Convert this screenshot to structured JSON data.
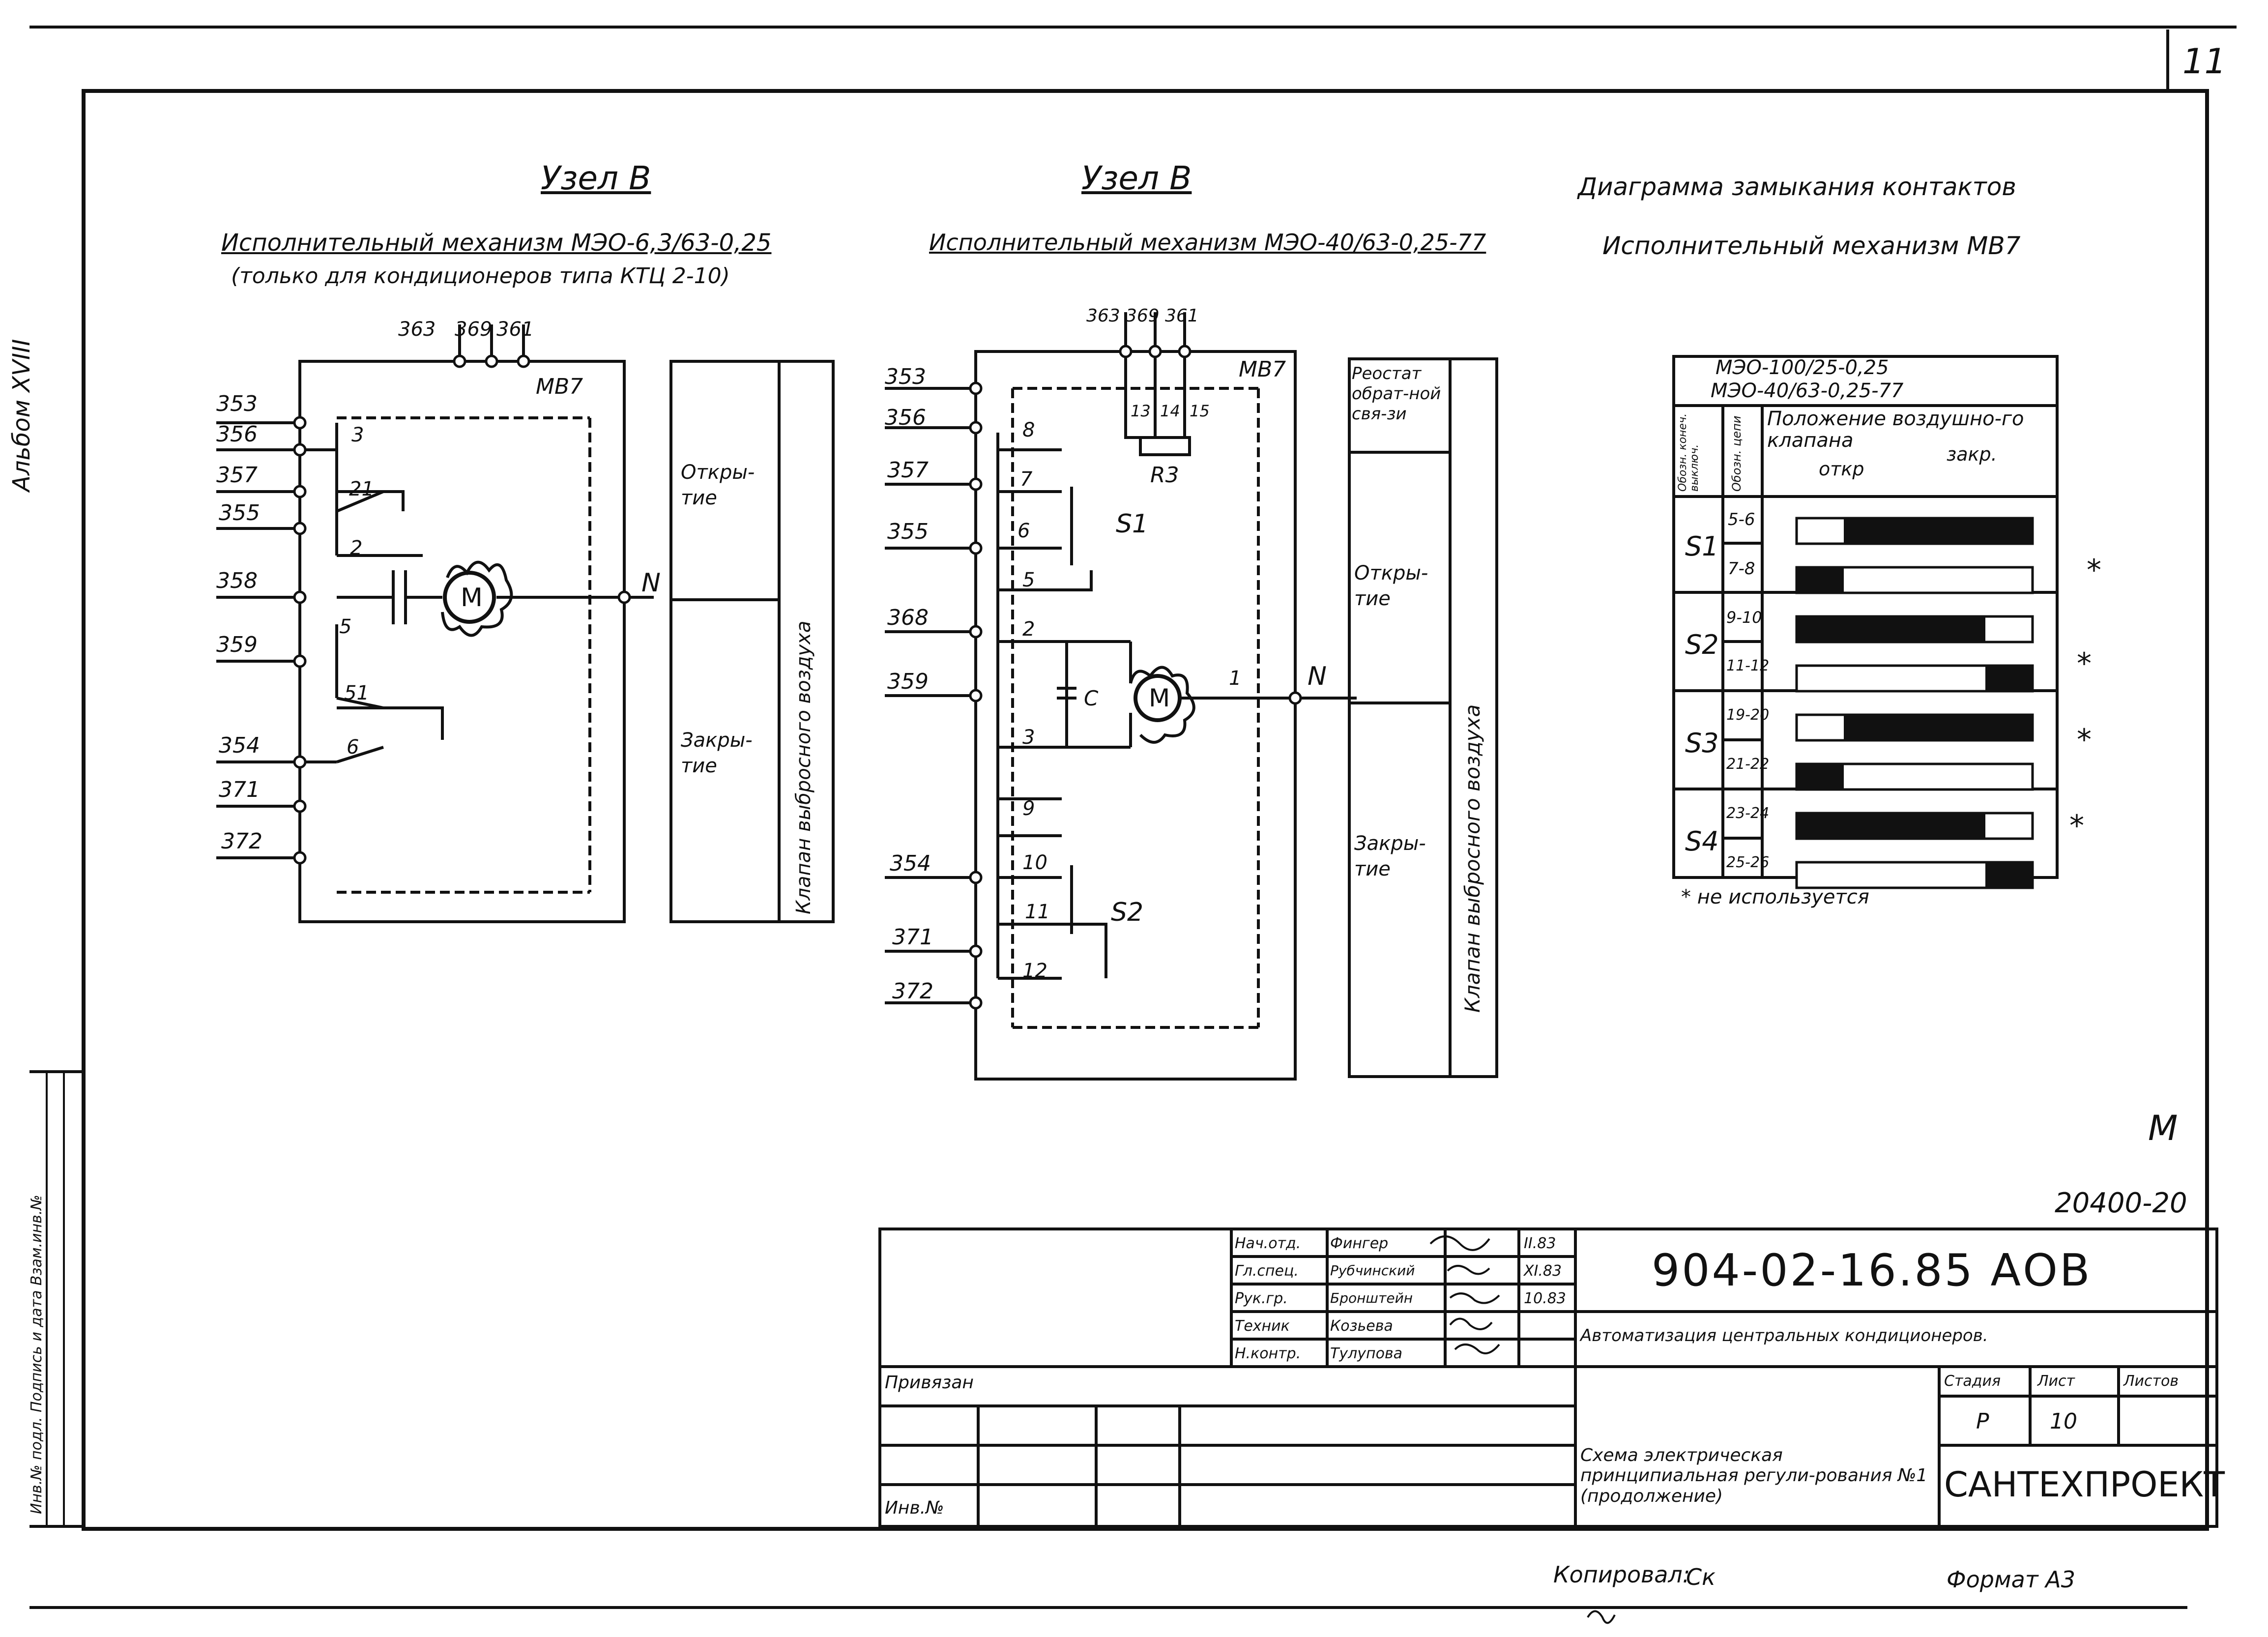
{
  "sheet": {
    "page_number": "11",
    "album": "Альбом XVIII",
    "side_labels": "Инв.№ подл. Подпись и дата Взам.инв.№",
    "doc_code": "904-02-16.85 АОВ",
    "ref_number": "20400-20",
    "check_mark": "М",
    "copied": "Копировал:",
    "copied_sign": "Ск",
    "format": "Формат А3"
  },
  "left": {
    "title": "Узел В",
    "subtitle1": "Исполнительный механизм МЭО-6,3/63-0,25",
    "subtitle2": "(только для кондиционеров типа КТЦ 2-10)",
    "block_label": "МВ7",
    "top_terminals": [
      "363",
      "369",
      "361"
    ],
    "left_terminals": [
      "353",
      "356",
      "357",
      "355",
      "358",
      "359",
      "354",
      "371",
      "372"
    ],
    "contact_numbers": [
      "3",
      "21",
      "2",
      "5",
      "51",
      "6"
    ],
    "motor": "M",
    "neutral": "N",
    "table_open": "Откры-тие",
    "table_close": "Закры-тие",
    "table_valve": "Клапан выбросного воздуха"
  },
  "middle": {
    "title": "Узел В",
    "subtitle": "Исполнительный механизм МЭО-40/63-0,25-77",
    "block_label": "МВ7",
    "top_terminals": [
      "363",
      "369",
      "361"
    ],
    "rheo_pins": [
      "13",
      "14",
      "15"
    ],
    "rheo_label": "R3",
    "left_terminals": [
      "353",
      "356",
      "357",
      "355",
      "368",
      "359",
      "354",
      "371",
      "372"
    ],
    "contact_numbers": [
      "8",
      "7",
      "6",
      "5",
      "2",
      "3",
      "9",
      "10",
      "11",
      "12",
      "1"
    ],
    "switch_s1": "S1",
    "switch_s2": "S2",
    "capacitor": "C",
    "motor": "M",
    "neutral": "N",
    "table_rheostat": "Реостат обрат-ной свя-зи",
    "table_open": "Откры-тие",
    "table_close": "Закры-тие",
    "table_valve": "Клапан выбросного воздуха"
  },
  "diagram": {
    "title": "Диаграмма замыкания контактов",
    "subtitle": "Исполнительный механизм МВ7",
    "model1": "МЭО-100/25-0,25",
    "model2": "МЭО-40/63-0,25-77",
    "col_switch": "Обозн. конеч. выключ.",
    "col_circuit": "Обозн. цепи",
    "col_position": "Положение воздушно-го клапана",
    "pos_open": "откр",
    "pos_close": "закр.",
    "groups": [
      {
        "name": "S1",
        "rows": [
          {
            "circuit": "5-6",
            "closed_from": 0.2,
            "closed_to": 1.0,
            "not_used": false
          },
          {
            "circuit": "7-8",
            "closed_from": 0.0,
            "closed_to": 0.2,
            "not_used": true
          }
        ]
      },
      {
        "name": "S2",
        "rows": [
          {
            "circuit": "9-10",
            "closed_from": 0.0,
            "closed_to": 0.8,
            "not_used": false
          },
          {
            "circuit": "11-12",
            "closed_from": 0.8,
            "closed_to": 1.0,
            "not_used": true
          }
        ]
      },
      {
        "name": "S3",
        "rows": [
          {
            "circuit": "19-20",
            "closed_from": 0.2,
            "closed_to": 1.0,
            "not_used": true
          },
          {
            "circuit": "21-22",
            "closed_from": 0.0,
            "closed_to": 0.2,
            "not_used": false
          }
        ]
      },
      {
        "name": "S4",
        "rows": [
          {
            "circuit": "23-24",
            "closed_from": 0.0,
            "closed_to": 0.8,
            "not_used": true
          },
          {
            "circuit": "25-26",
            "closed_from": 0.8,
            "closed_to": 1.0,
            "not_used": false
          }
        ]
      }
    ],
    "star": "*",
    "footnote": "* не используется"
  },
  "stamp": {
    "roles": [
      "Нач.отд.",
      "Гл.спец.",
      "Рук.гр.",
      "Техник",
      "Н.контр."
    ],
    "names": [
      "Фингер",
      "Рубчинский",
      "Бронштейн",
      "Козьева",
      "Тулупова"
    ],
    "dates": [
      "II.83",
      "XI.83",
      "10.83",
      "",
      ""
    ],
    "privyazan": "Привязан",
    "inv": "Инв.№",
    "project": "Автоматизация центральных кондиционеров.",
    "drawing_title": "Схема электрическая принципиальная регули-рования №1 (продолжение)",
    "stage_label": "Стадия",
    "sheet_label": "Лист",
    "sheets_label": "Листов",
    "stage": "Р",
    "sheet": "10",
    "org": "САНТЕХПРОЕКТ"
  }
}
